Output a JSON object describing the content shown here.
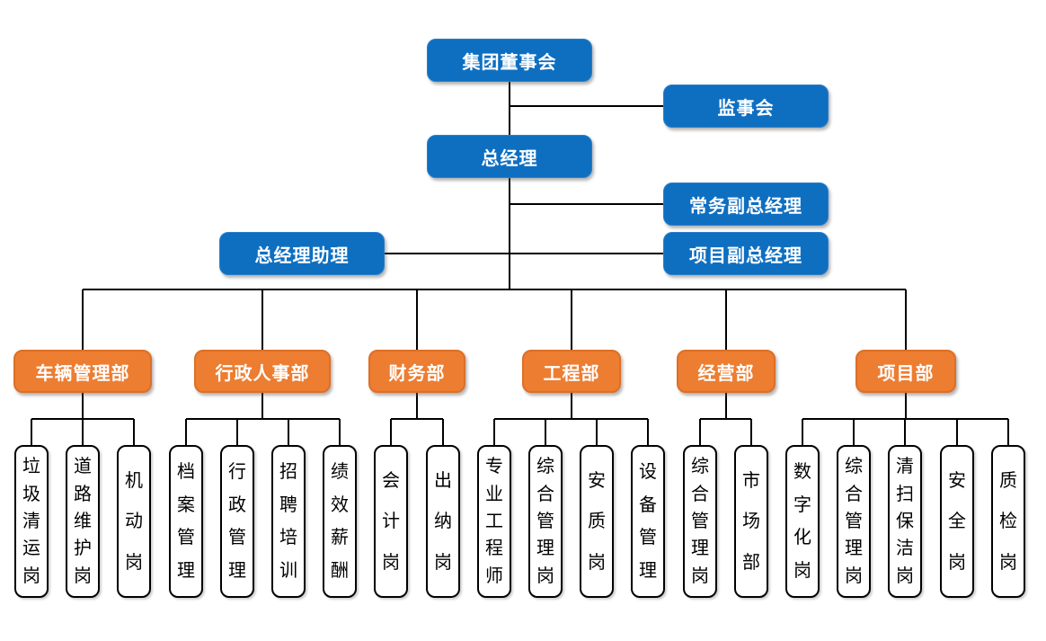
{
  "chart": {
    "type": "org-chart",
    "colors": {
      "executive_fill": "#0E6FC1",
      "department_fill": "#ED7D31",
      "department_border": "#DD6F27",
      "position_fill": "#FFFFFF",
      "position_border": "#000000",
      "connector": "#000000",
      "text_on_color": "#FFFFFF",
      "text_on_white": "#000000"
    },
    "executives": {
      "board": "集团董事会",
      "supervisory": "监事会",
      "general_manager": "总经理",
      "exec_deputy_gm": "常务副总经理",
      "gm_assistant": "总经理助理",
      "project_deputy_gm": "项目副总经理"
    },
    "departments": [
      {
        "label": "车辆管理部",
        "positions": [
          "垃圾清运岗",
          "道路维护岗",
          "机动岗"
        ]
      },
      {
        "label": "行政人事部",
        "positions": [
          "档案管理",
          "行政管理",
          "招聘培训",
          "绩效薪酬"
        ]
      },
      {
        "label": "财务部",
        "positions": [
          "会计岗",
          "出纳岗"
        ]
      },
      {
        "label": "工程部",
        "positions": [
          "专业工程师",
          "综合管理岗",
          "安质岗",
          "设备管理"
        ]
      },
      {
        "label": "经营部",
        "positions": [
          "综合管理岗",
          "市场部"
        ]
      },
      {
        "label": "项目部",
        "positions": [
          "数字化岗",
          "综合管理岗",
          "清扫保洁岗",
          "安全岗",
          "质检岗"
        ]
      }
    ]
  }
}
